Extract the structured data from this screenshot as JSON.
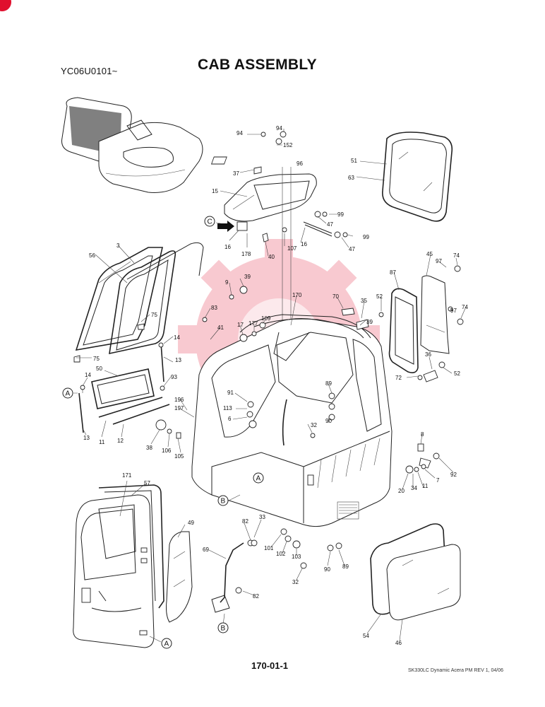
{
  "header": {
    "serial": "YC06U0101~",
    "title": "CAB ASSEMBLY"
  },
  "footer": {
    "page_number": "170-01-1",
    "model_note": "SK330LC Dynamic Acera PM REV 1, 04/06"
  },
  "watermark": {
    "color": "#e0102e"
  },
  "diagram": {
    "callouts": [
      {
        "id": "c94a",
        "label": "94"
      },
      {
        "id": "c94b",
        "label": "94"
      },
      {
        "id": "c152",
        "label": "152"
      },
      {
        "id": "c96",
        "label": "96"
      },
      {
        "id": "c37",
        "label": "37"
      },
      {
        "id": "c15a",
        "label": "15"
      },
      {
        "id": "c99a",
        "label": "99"
      },
      {
        "id": "c47a",
        "label": "47"
      },
      {
        "id": "c99b",
        "label": "99"
      },
      {
        "id": "c47b",
        "label": "47"
      },
      {
        "id": "c16a",
        "label": "16"
      },
      {
        "id": "c178",
        "label": "178"
      },
      {
        "id": "c107",
        "label": "107"
      },
      {
        "id": "c16b",
        "label": "16"
      },
      {
        "id": "c40",
        "label": "40"
      },
      {
        "id": "c51",
        "label": "51"
      },
      {
        "id": "c63",
        "label": "63"
      },
      {
        "id": "c56",
        "label": "56"
      },
      {
        "id": "c3",
        "label": "3"
      },
      {
        "id": "c75a",
        "label": "75"
      },
      {
        "id": "c75b",
        "label": "75"
      },
      {
        "id": "c39a",
        "label": "39"
      },
      {
        "id": "c9a",
        "label": "9"
      },
      {
        "id": "c83",
        "label": "83"
      },
      {
        "id": "c41",
        "label": "41"
      },
      {
        "id": "c17",
        "label": "17"
      },
      {
        "id": "c177",
        "label": "177"
      },
      {
        "id": "c109",
        "label": "109"
      },
      {
        "id": "c170",
        "label": "170"
      },
      {
        "id": "c70",
        "label": "70"
      },
      {
        "id": "c35",
        "label": "35"
      },
      {
        "id": "c39b",
        "label": "39"
      },
      {
        "id": "c52a",
        "label": "52"
      },
      {
        "id": "c87",
        "label": "87"
      },
      {
        "id": "c45",
        "label": "45"
      },
      {
        "id": "c97a",
        "label": "97"
      },
      {
        "id": "c74a",
        "label": "74"
      },
      {
        "id": "c97b",
        "label": "97"
      },
      {
        "id": "c74b",
        "label": "74"
      },
      {
        "id": "c14a",
        "label": "14"
      },
      {
        "id": "c13a",
        "label": "13"
      },
      {
        "id": "c50",
        "label": "50"
      },
      {
        "id": "c93",
        "label": "93"
      },
      {
        "id": "c14b",
        "label": "14"
      },
      {
        "id": "c13b",
        "label": "13"
      },
      {
        "id": "c11a",
        "label": "11"
      },
      {
        "id": "c12",
        "label": "12"
      },
      {
        "id": "c196",
        "label": "196"
      },
      {
        "id": "c197",
        "label": "197"
      },
      {
        "id": "c38",
        "label": "38"
      },
      {
        "id": "c106",
        "label": "106"
      },
      {
        "id": "c105",
        "label": "105"
      },
      {
        "id": "c91",
        "label": "91"
      },
      {
        "id": "c113",
        "label": "113"
      },
      {
        "id": "c6",
        "label": "6"
      },
      {
        "id": "c89a",
        "label": "89"
      },
      {
        "id": "c32a",
        "label": "32"
      },
      {
        "id": "c90a",
        "label": "90"
      },
      {
        "id": "c36",
        "label": "36"
      },
      {
        "id": "c72",
        "label": "72"
      },
      {
        "id": "c52b",
        "label": "52"
      },
      {
        "id": "c8",
        "label": "8"
      },
      {
        "id": "c92",
        "label": "92"
      },
      {
        "id": "c7",
        "label": "7"
      },
      {
        "id": "c11b",
        "label": "11"
      },
      {
        "id": "c34",
        "label": "34"
      },
      {
        "id": "c20",
        "label": "20"
      },
      {
        "id": "c171",
        "label": "171"
      },
      {
        "id": "c57",
        "label": "57"
      },
      {
        "id": "c49",
        "label": "49"
      },
      {
        "id": "c82a",
        "label": "82"
      },
      {
        "id": "c33",
        "label": "33"
      },
      {
        "id": "c101",
        "label": "101"
      },
      {
        "id": "c102",
        "label": "102"
      },
      {
        "id": "c103",
        "label": "103"
      },
      {
        "id": "c32b",
        "label": "32"
      },
      {
        "id": "c90b",
        "label": "90"
      },
      {
        "id": "c89b",
        "label": "89"
      },
      {
        "id": "c69",
        "label": "69"
      },
      {
        "id": "c82b",
        "label": "82"
      },
      {
        "id": "c54",
        "label": "54"
      },
      {
        "id": "c46",
        "label": "46"
      }
    ],
    "view_markers": [
      {
        "id": "mA1",
        "label": "A"
      },
      {
        "id": "mA2",
        "label": "A"
      },
      {
        "id": "mA3",
        "label": "A"
      },
      {
        "id": "mB1",
        "label": "B"
      },
      {
        "id": "mB2",
        "label": "B"
      },
      {
        "id": "mC",
        "label": "C"
      }
    ]
  }
}
